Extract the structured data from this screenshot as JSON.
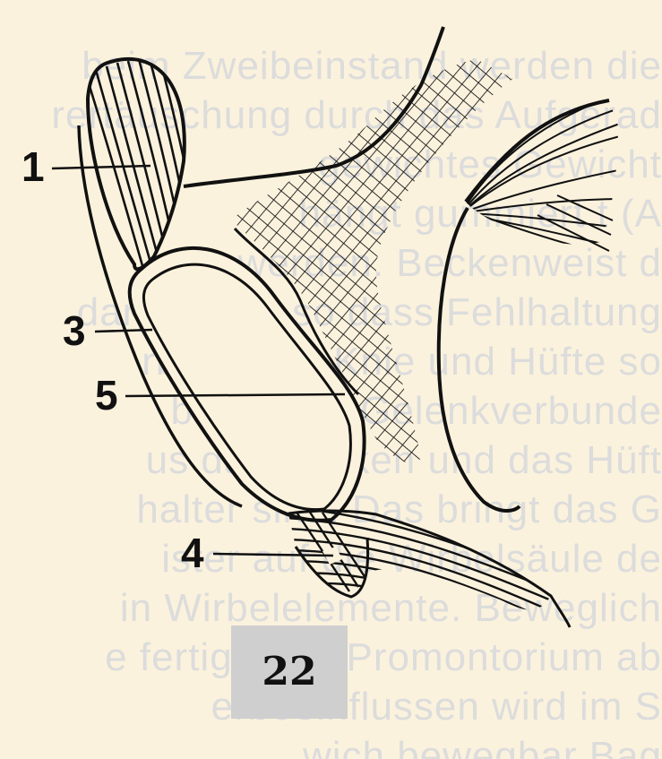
{
  "figure": {
    "number": "22",
    "labels": {
      "l1": "1",
      "l3": "3",
      "l4": "4",
      "l5": "5"
    }
  },
  "background_text": {
    "lines": [
      "beim Zweibeinstand werden die",
      "rertäuschung durch das Aufgerad",
      "gewichtes Gewicht",
      "hängt gummiert t (A",
      "ert werden. Beckenweist d",
      "dargestellt, so dass Fehlhaltung",
      "rbelsäule, Knie und Hüfte so",
      "bilden ein Gelenkverbunde",
      "us das Becken und das Hüft",
      "halter sind. Das bringt das G",
      "ister auf die Wirbelsäule de",
      "in Wirbelelemente. Beweglich",
      "e fertigt, das Promontorium ab",
      "erbeeinflussen wird im S",
      "wich bewegbar Bag"
    ]
  },
  "colors": {
    "ink": "#111111",
    "paper": "#fbf2dd",
    "label_box": "#cfcfcf",
    "ghost_text": "#dcdcdc"
  }
}
